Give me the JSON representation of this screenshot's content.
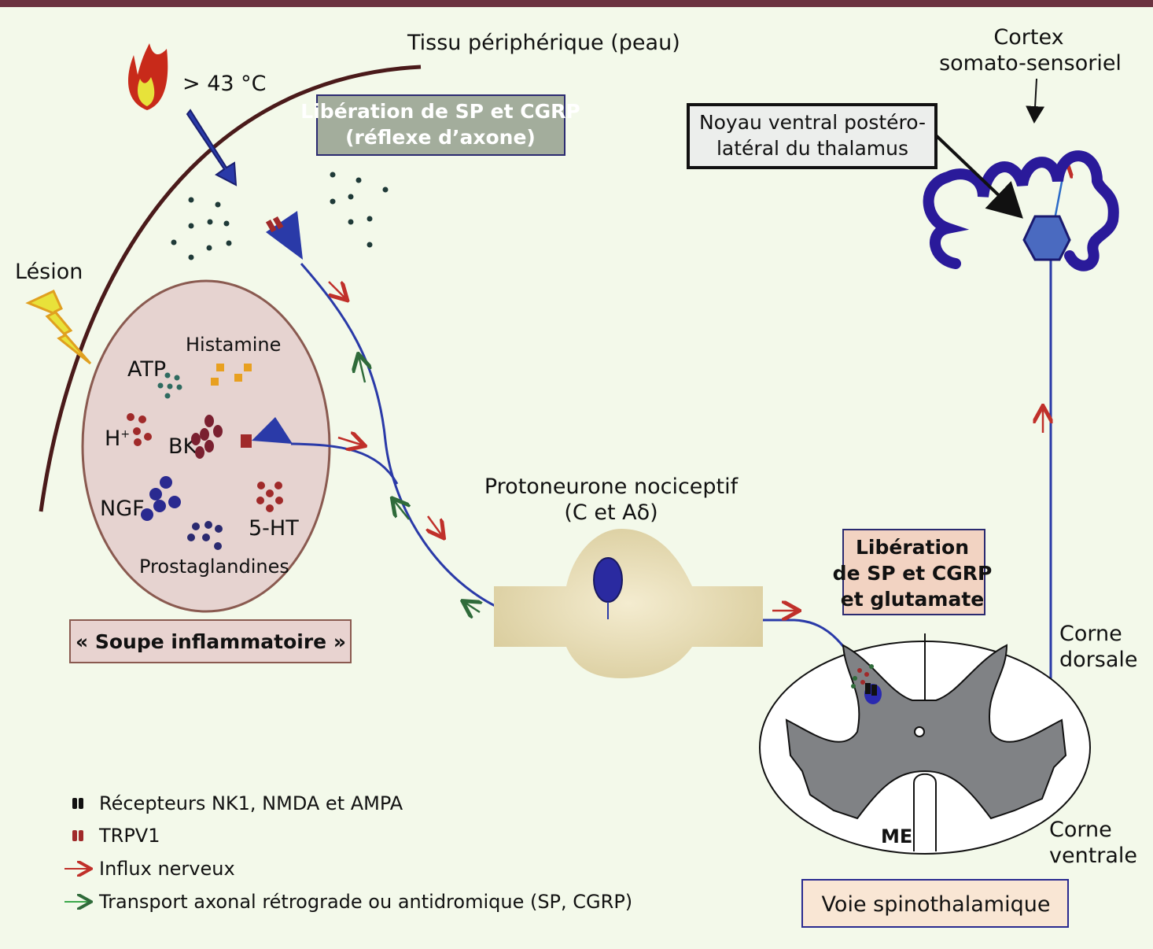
{
  "colors": {
    "background": "#f3f9ea",
    "top_bar": "#6b3340",
    "neuron": "#2a3aa8",
    "influx_arrow": "#c0302a",
    "retrograde_arrow": "#2f6b3a",
    "soup_fill": "#e6d3d0",
    "spinal_gray": "#808285"
  },
  "labels": {
    "tissue": "Tissu périphérique (peau)",
    "temperature": "> 43 °C",
    "lesion": "Lésion",
    "axon_reflex_line1": "Libération de SP et CGRP",
    "axon_reflex_line2": "(réflexe d’axone)",
    "cortex_line1": "Cortex",
    "cortex_line2": "somato-sensoriel",
    "thalamus_line1": "Noyau ventral postéro-",
    "thalamus_line2": "latéral du thalamus",
    "histamine": "Histamine",
    "atp": "ATP",
    "h_plus": "H",
    "h_plus_sup": "+",
    "bk": "BK",
    "ngf": "NGF",
    "ht5": "5-HT",
    "prostaglandines": "Prostaglandines",
    "soup": "« Soupe inflammatoire »",
    "protoneurone_line1": "Protoneurone nociceptif",
    "protoneurone_line2": "(C et Aδ)",
    "release_line1": "Libération",
    "release_line2": "de SP et CGRP",
    "release_line3": "et glutamate",
    "dorsal_line1": "Corne",
    "dorsal_line2": "dorsale",
    "ventral_line1": "Corne",
    "ventral_line2": "ventrale",
    "me": "ME",
    "pathway": "Voie spinothalamique"
  },
  "legend": [
    {
      "icon": "receptor-black-icon",
      "label": "Récepteurs NK1, NMDA et AMPA"
    },
    {
      "icon": "receptor-red-icon",
      "label": "TRPV1"
    },
    {
      "icon": "red-arrow-icon",
      "label": "Influx nerveux"
    },
    {
      "icon": "green-arrow-icon",
      "label": "Transport axonal rétrograde ou antidromique (SP, CGRP)"
    }
  ]
}
